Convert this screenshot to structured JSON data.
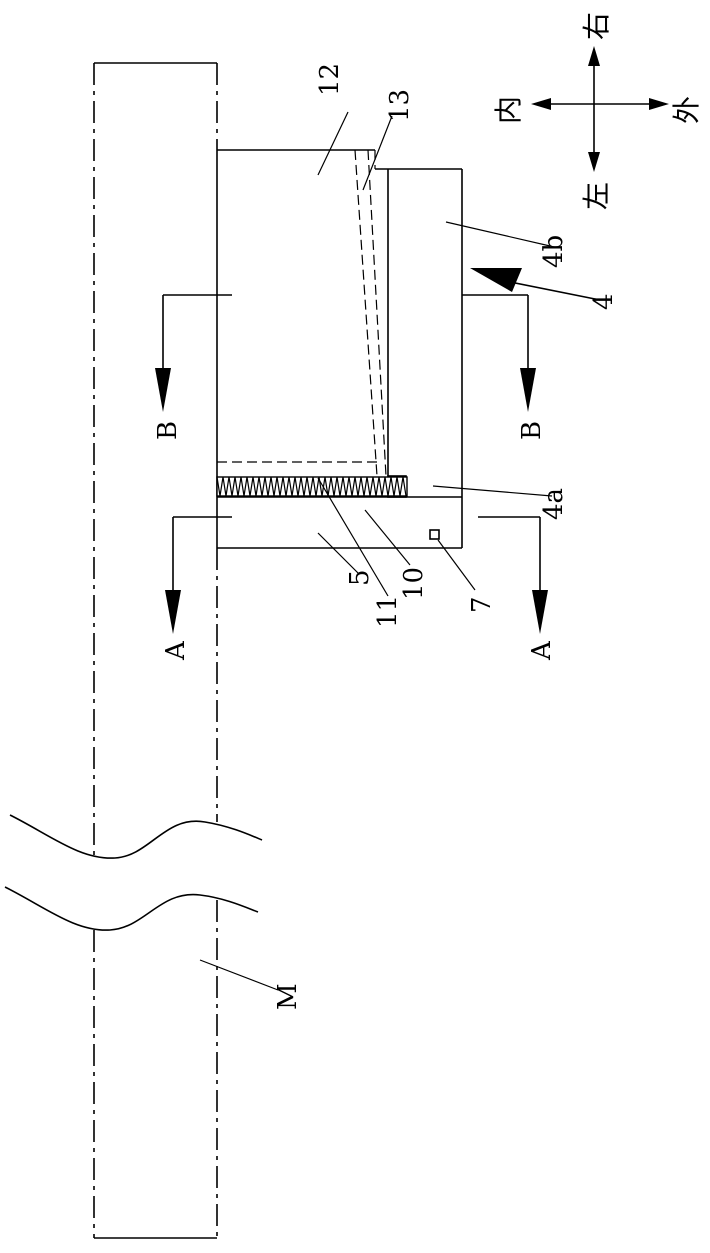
{
  "diagram": {
    "part_labels": {
      "p12": "12",
      "p13": "13",
      "p4b": "4b",
      "p4": "4",
      "p4a": "4a",
      "p5": "5",
      "p11": "11",
      "p10": "10",
      "p7": "7",
      "pM": "M"
    },
    "section_labels": {
      "b_left": "B",
      "b_right": "B",
      "a_left": "A",
      "a_right": "A"
    },
    "compass": {
      "up": "右",
      "down": "左",
      "left": "内",
      "right": "外"
    },
    "colors": {
      "line": "#000000",
      "background": "#ffffff"
    }
  }
}
